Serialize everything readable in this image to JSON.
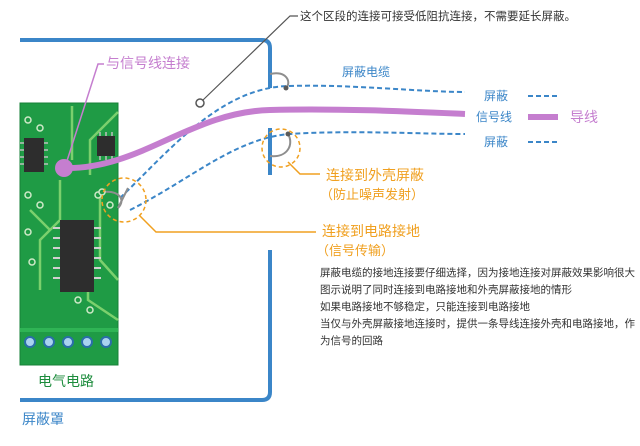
{
  "colors": {
    "shield": "#3b86c8",
    "board": "#1c8c3c",
    "signal": "#c57ecf",
    "ground_callout": "#f0a020",
    "pointer": "#555555"
  },
  "labels": {
    "top_note": "这个区段的连接可接受低阻抗连接，不需要延长屏蔽。",
    "signal_line_connection": "与信号线连接",
    "shield_cable": "屏蔽电缆",
    "legend_shield_top": "屏蔽",
    "legend_signal": "信号线",
    "wire": "导线",
    "legend_shield_bottom": "屏蔽",
    "case_ground_title": "连接到外壳屏蔽",
    "case_ground_sub": "（防止噪声发射）",
    "circuit_ground_title": "连接到电路接地",
    "circuit_ground_sub": "（信号传输）",
    "circuit_board": "电气电路",
    "enclosure": "屏蔽罩"
  },
  "notes": [
    "屏蔽电缆的接地连接要仔细选择，因为接地连接对屏蔽效果影响很大",
    "图示说明了同时连接到电路接地和外壳屏蔽接地的情形",
    "如果电路接地不够稳定，只能连接到电路接地",
    "当仅与外壳屏蔽接地连接时，提供一条导线连接外壳和电路接地，作为信号的回路"
  ]
}
